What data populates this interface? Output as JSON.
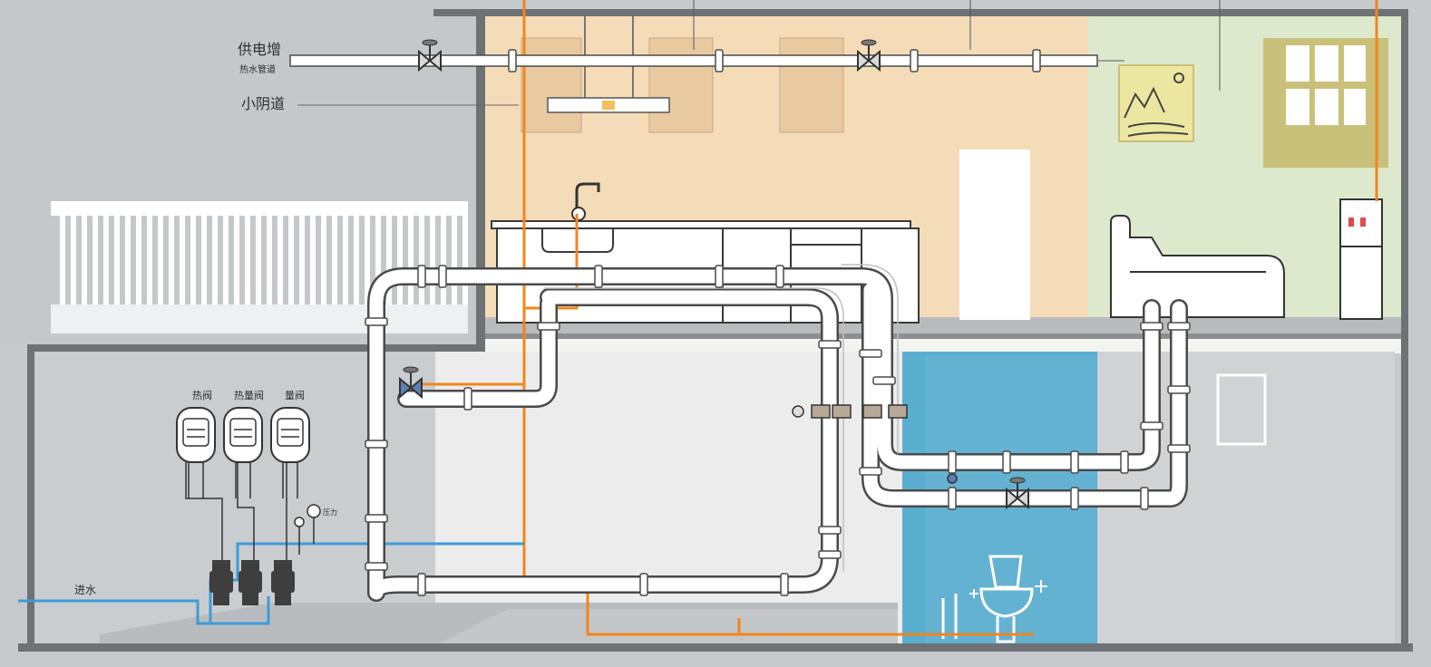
{
  "labels": {
    "supply_pipe": "供电增",
    "supply_pipe_sub": "热水管道",
    "water_pipe": "小阴道",
    "meter_1": "热阀",
    "meter_2": "热量阀",
    "meter_3": "量阀",
    "inlet": "进水",
    "gauge": "压力"
  },
  "colors": {
    "upper_wall": "#c4c8cb",
    "kitchen": "#f4dcb9",
    "bedroom": "#dce9cc",
    "bathroom": "#5aaed0",
    "floor_line": "#6f7275",
    "orange_line": "#f0861e",
    "blue_line": "#3d9bd8",
    "pipe_outline": "#4a4a4a",
    "pipe_fill": "#ffffff"
  },
  "icons": [
    "valve-icon",
    "faucet-icon",
    "meter-icon",
    "pump-icon",
    "toilet-icon",
    "bed-icon",
    "window-icon",
    "painting-icon",
    "water-heater-icon",
    "sparkle-icon"
  ]
}
